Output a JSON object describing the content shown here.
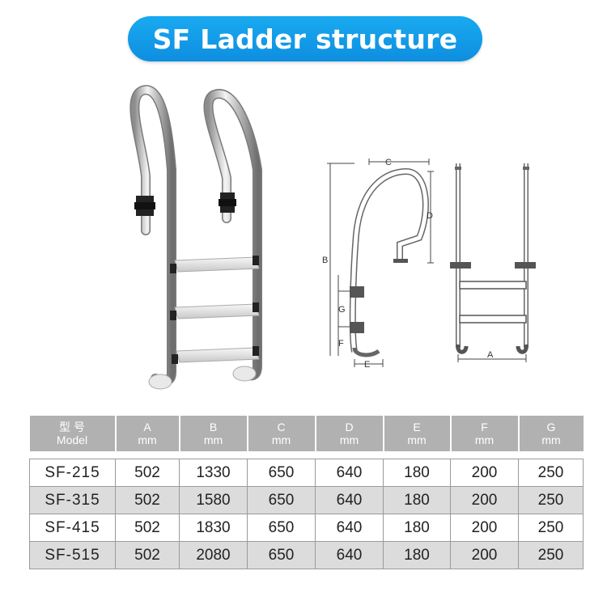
{
  "title": "SF Ladder structure",
  "diagram": {
    "labels": {
      "A": "A",
      "B": "B",
      "C": "C",
      "D": "D",
      "E": "E",
      "F": "F",
      "G": "G"
    }
  },
  "table": {
    "headers": [
      {
        "line1": "型 号",
        "line2": "Model"
      },
      {
        "line1": "A",
        "line2": "mm"
      },
      {
        "line1": "B",
        "line2": "mm"
      },
      {
        "line1": "C",
        "line2": "mm"
      },
      {
        "line1": "D",
        "line2": "mm"
      },
      {
        "line1": "E",
        "line2": "mm"
      },
      {
        "line1": "F",
        "line2": "mm"
      },
      {
        "line1": "G",
        "line2": "mm"
      }
    ],
    "rows": [
      [
        "SF-215",
        "502",
        "1330",
        "650",
        "640",
        "180",
        "200",
        "250"
      ],
      [
        "SF-315",
        "502",
        "1580",
        "650",
        "640",
        "180",
        "200",
        "250"
      ],
      [
        "SF-415",
        "502",
        "1830",
        "650",
        "640",
        "180",
        "200",
        "250"
      ],
      [
        "SF-515",
        "502",
        "2080",
        "650",
        "640",
        "180",
        "200",
        "250"
      ]
    ]
  },
  "colors": {
    "accent": "#1aa3ec",
    "header_bg": "#b1b1b1",
    "row_alt": "#dcdcdc"
  }
}
